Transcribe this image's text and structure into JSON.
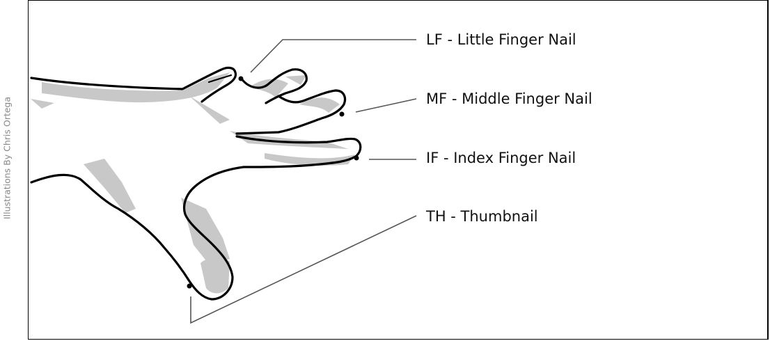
{
  "credit": "Illustrations By Chris Ortega",
  "labels": {
    "lf": "LF - Little Finger Nail",
    "mf": "MF - Middle Finger Nail",
    "if": "IF - Index Finger Nail",
    "th": "TH - Thumbnail"
  },
  "colors": {
    "outline": "#000000",
    "shadow": "#c8c8c8",
    "leader": "#555555"
  },
  "icons": [
    "hand-illustration"
  ]
}
